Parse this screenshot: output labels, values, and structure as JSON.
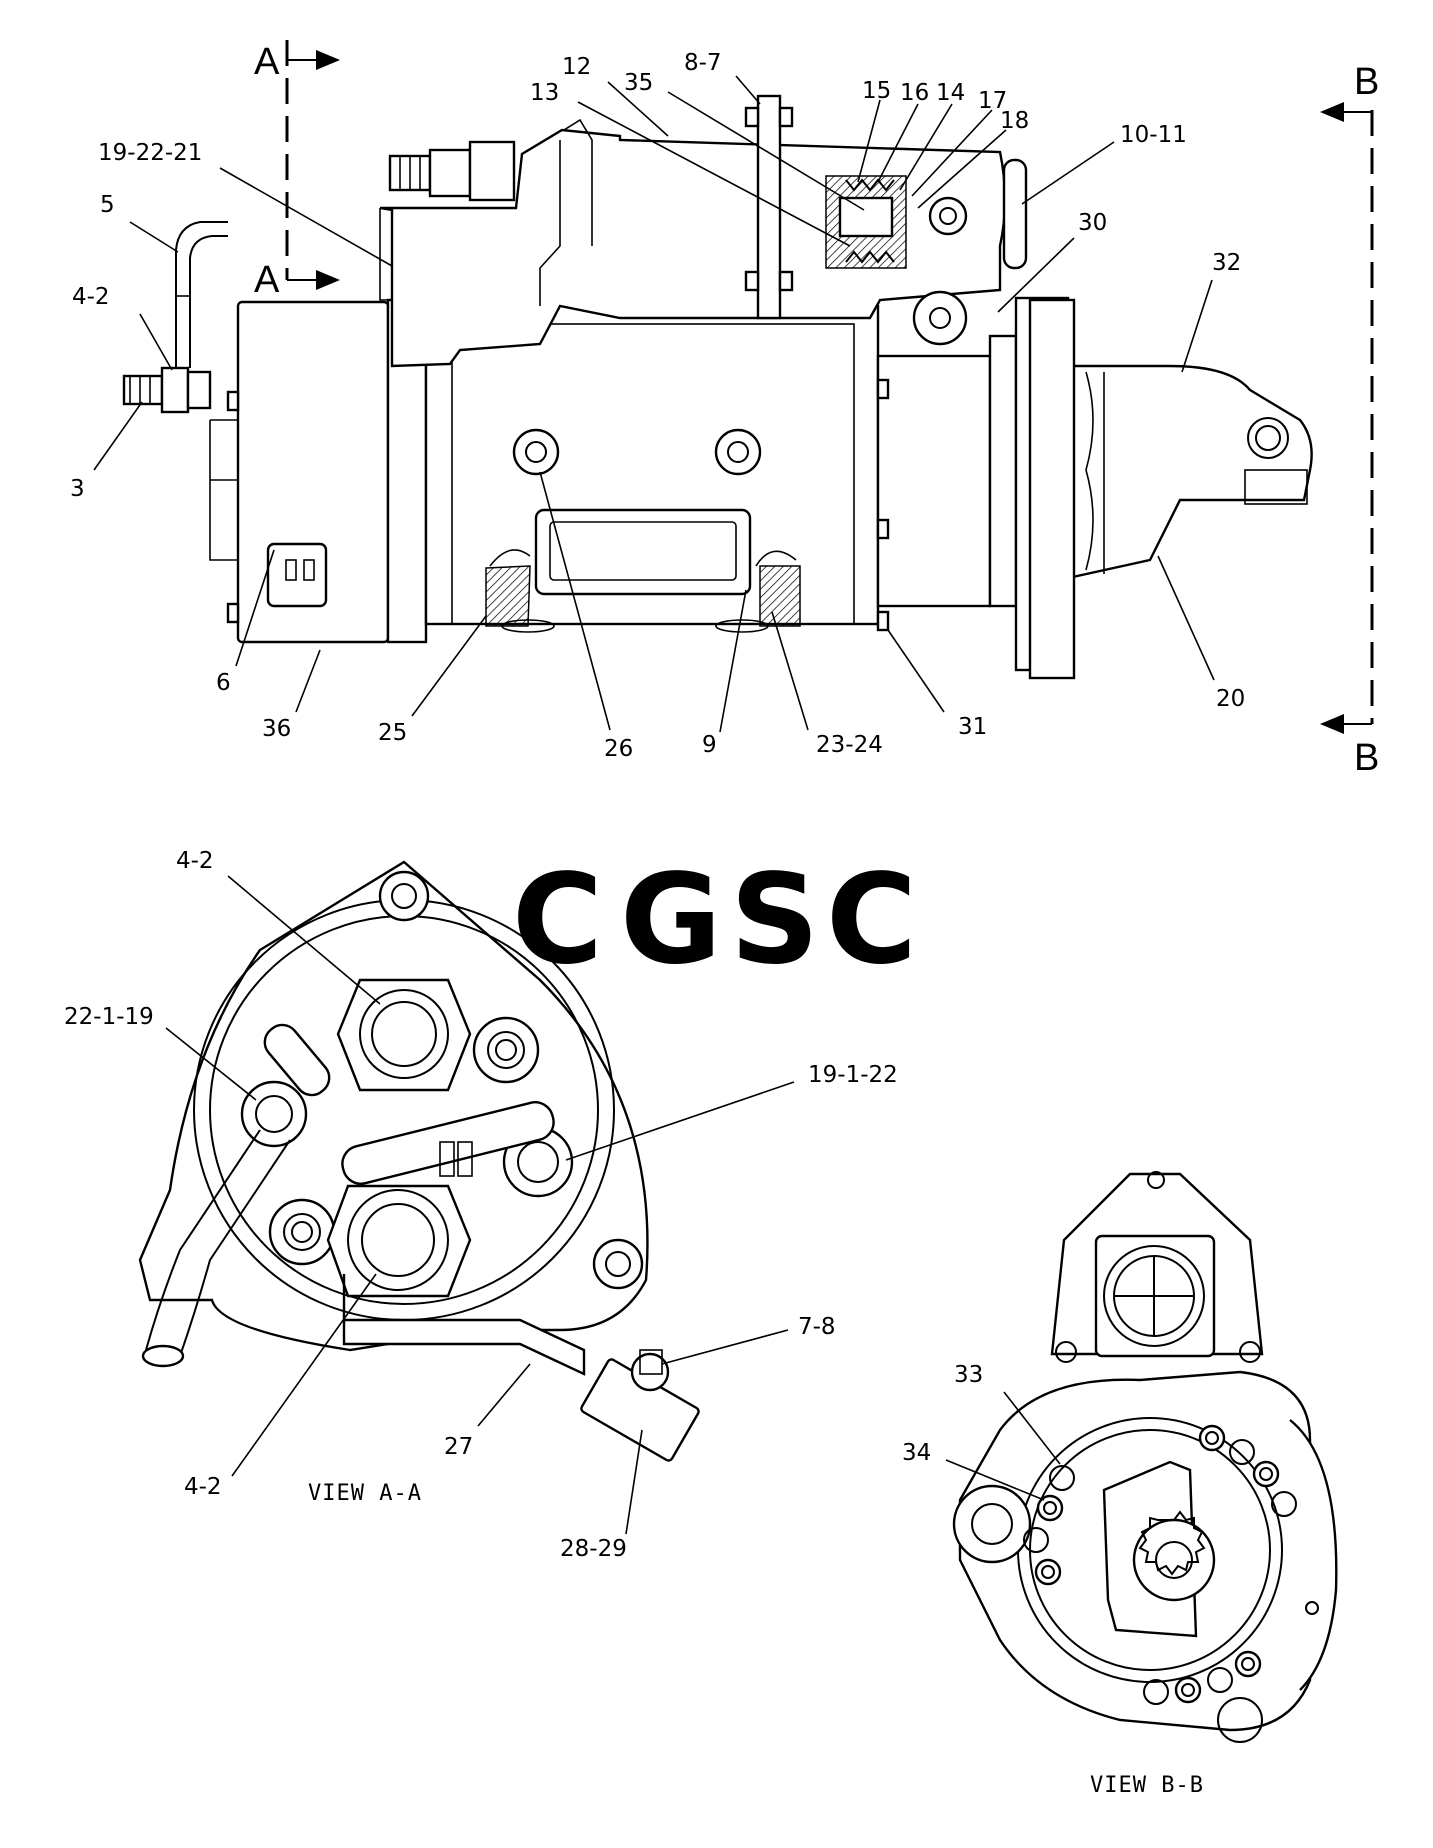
{
  "watermark": {
    "letters": [
      "C",
      "G",
      "S",
      "C"
    ],
    "colors": [
      "#86aff5",
      "#f3938b",
      "#f9d66a",
      "#7fc39c"
    ]
  },
  "section_markers": {
    "a_top": "A",
    "a_bottom": "A",
    "b_top": "B",
    "b_bottom": "B"
  },
  "view_labels": {
    "aa": "VIEW A-A",
    "bb": "VIEW B-B"
  },
  "callouts_main": [
    "19-22-21",
    "12",
    "35",
    "8-7",
    "13",
    "15",
    "16",
    "14",
    "17",
    "18",
    "10-11",
    "30",
    "32",
    "5",
    "4-2",
    "3",
    "6",
    "36",
    "25",
    "26",
    "9",
    "23-24",
    "31",
    "20"
  ],
  "callouts_view_aa": [
    "4-2",
    "22-1-19",
    "19-1-22",
    "7-8",
    "27",
    "4-2",
    "28-29"
  ],
  "callouts_view_bb": [
    "33",
    "34"
  ]
}
